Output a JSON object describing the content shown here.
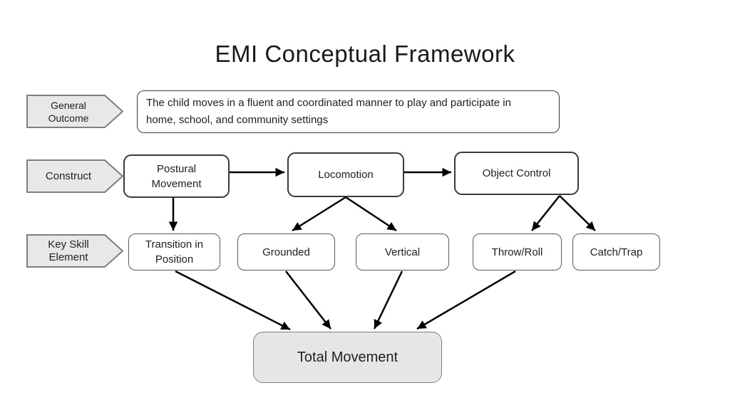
{
  "title": "EMI Conceptual Framework",
  "row_labels": {
    "general_outcome": {
      "lines": [
        "General",
        "Outcome"
      ]
    },
    "construct": {
      "lines": [
        "Construct"
      ]
    },
    "key_skill": {
      "lines": [
        "Key Skill",
        "Element"
      ]
    }
  },
  "general_outcome_text": "The child moves in a fluent and coordinated manner to play and participate in home, school, and community settings",
  "constructs": [
    {
      "label": "Postural Movement"
    },
    {
      "label": "Locomotion"
    },
    {
      "label": "Object Control"
    }
  ],
  "key_skills": [
    {
      "label": "Transition in Position"
    },
    {
      "label": "Grounded"
    },
    {
      "label": "Vertical"
    },
    {
      "label": "Throw/Roll"
    },
    {
      "label": "Catch/Trap"
    }
  ],
  "total_movement": {
    "label": "Total Movement"
  },
  "connections": [
    "Postural Movement -> Locomotion",
    "Locomotion -> Object Control",
    "Postural Movement -> Transition in Position",
    "Locomotion -> Grounded",
    "Locomotion -> Vertical",
    "Object Control -> Throw/Roll",
    "Object Control -> Catch/Trap",
    "Transition in Position -> Total Movement",
    "Grounded -> Total Movement",
    "Vertical -> Total Movement",
    "Throw/Roll -> Total Movement"
  ],
  "colors": {
    "background": "#ffffff",
    "box_fill": "#ffffff",
    "box_border": "#3a3a3a",
    "skill_box_border": "#595959",
    "chevron_fill": "#e8e8e8",
    "chevron_border": "#7f7f7f",
    "total_box_fill": "#e6e6e6",
    "total_box_border": "#7f7f7f",
    "arrow": "#000000",
    "text": "#1f1f1f"
  }
}
